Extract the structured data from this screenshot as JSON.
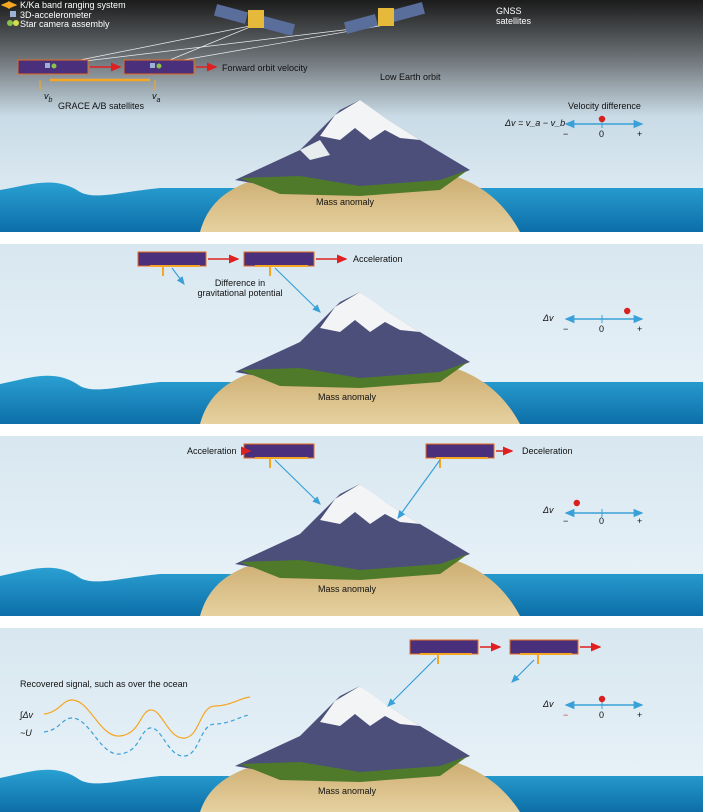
{
  "panel1": {
    "legend": {
      "ranging": "K/Ka band ranging system",
      "accelerometer": "3D-accelerometer",
      "star_camera": "Star camera assembly"
    },
    "gnss_label": "GNSS\nsatellites",
    "forward_velocity": "Forward orbit velocity",
    "low_earth_orbit": "Low Earth orbit",
    "grace_label": "GRACE A/B satellites",
    "vb": "v",
    "vb_sub": "b",
    "va": "v",
    "va_sub": "a",
    "velocity_difference": "Velocity difference",
    "equation": "Δv = v_a − v_b",
    "mass_anomaly": "Mass anomaly",
    "axis": {
      "minus": "−",
      "zero": "0",
      "plus": "+"
    },
    "dv_value": 0
  },
  "panel2": {
    "acceleration": "Acceleration",
    "difference": "Difference in\ngravitational potential",
    "dv_label": "Δv",
    "mass_anomaly": "Mass anomaly",
    "axis": {
      "minus": "−",
      "zero": "0",
      "plus": "+"
    },
    "dv_value": 0.7
  },
  "panel3": {
    "acceleration": "Acceleration",
    "deceleration": "Deceleration",
    "dv_label": "Δv",
    "mass_anomaly": "Mass anomaly",
    "axis": {
      "minus": "−",
      "zero": "0",
      "plus": "+"
    },
    "dv_value": -0.7
  },
  "panel4": {
    "recovered": "Recovered signal, such as over the ocean",
    "integral": "∫Δv",
    "potential": "~U",
    "dv_label": "Δv",
    "mass_anomaly": "Mass anomaly",
    "axis": {
      "minus": "−",
      "zero": "0",
      "plus": "+"
    },
    "dv_value": 0
  },
  "colors": {
    "satellite_body": "#4a2f7c",
    "arrow_red": "#e02020",
    "arrow_blue": "#3aa0d8",
    "ranging_orange": "#f5a623",
    "sea": "#1f8fc4",
    "dot_red": "#d9201e"
  }
}
